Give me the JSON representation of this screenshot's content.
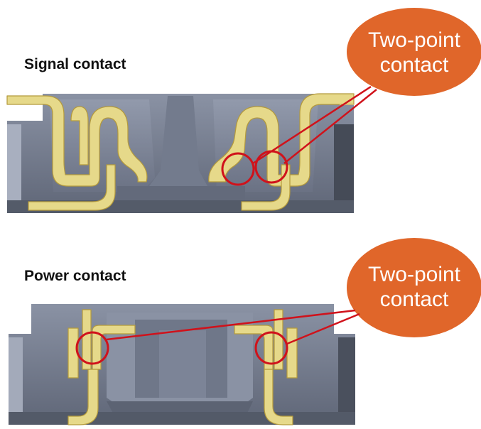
{
  "signal": {
    "title": "Signal contact",
    "callout_line1": "Two-point",
    "callout_line2": "contact"
  },
  "power": {
    "title": "Power contact",
    "callout_line1": "Two-point",
    "callout_line2": "contact"
  },
  "colors": {
    "callout_fill": "#E0662A",
    "marker": "#D0121B",
    "contact_gold": "#E6D98A",
    "housing_dark": "#5A6170",
    "housing_mid": "#7A8294",
    "housing_light": "#9AA1B1"
  }
}
